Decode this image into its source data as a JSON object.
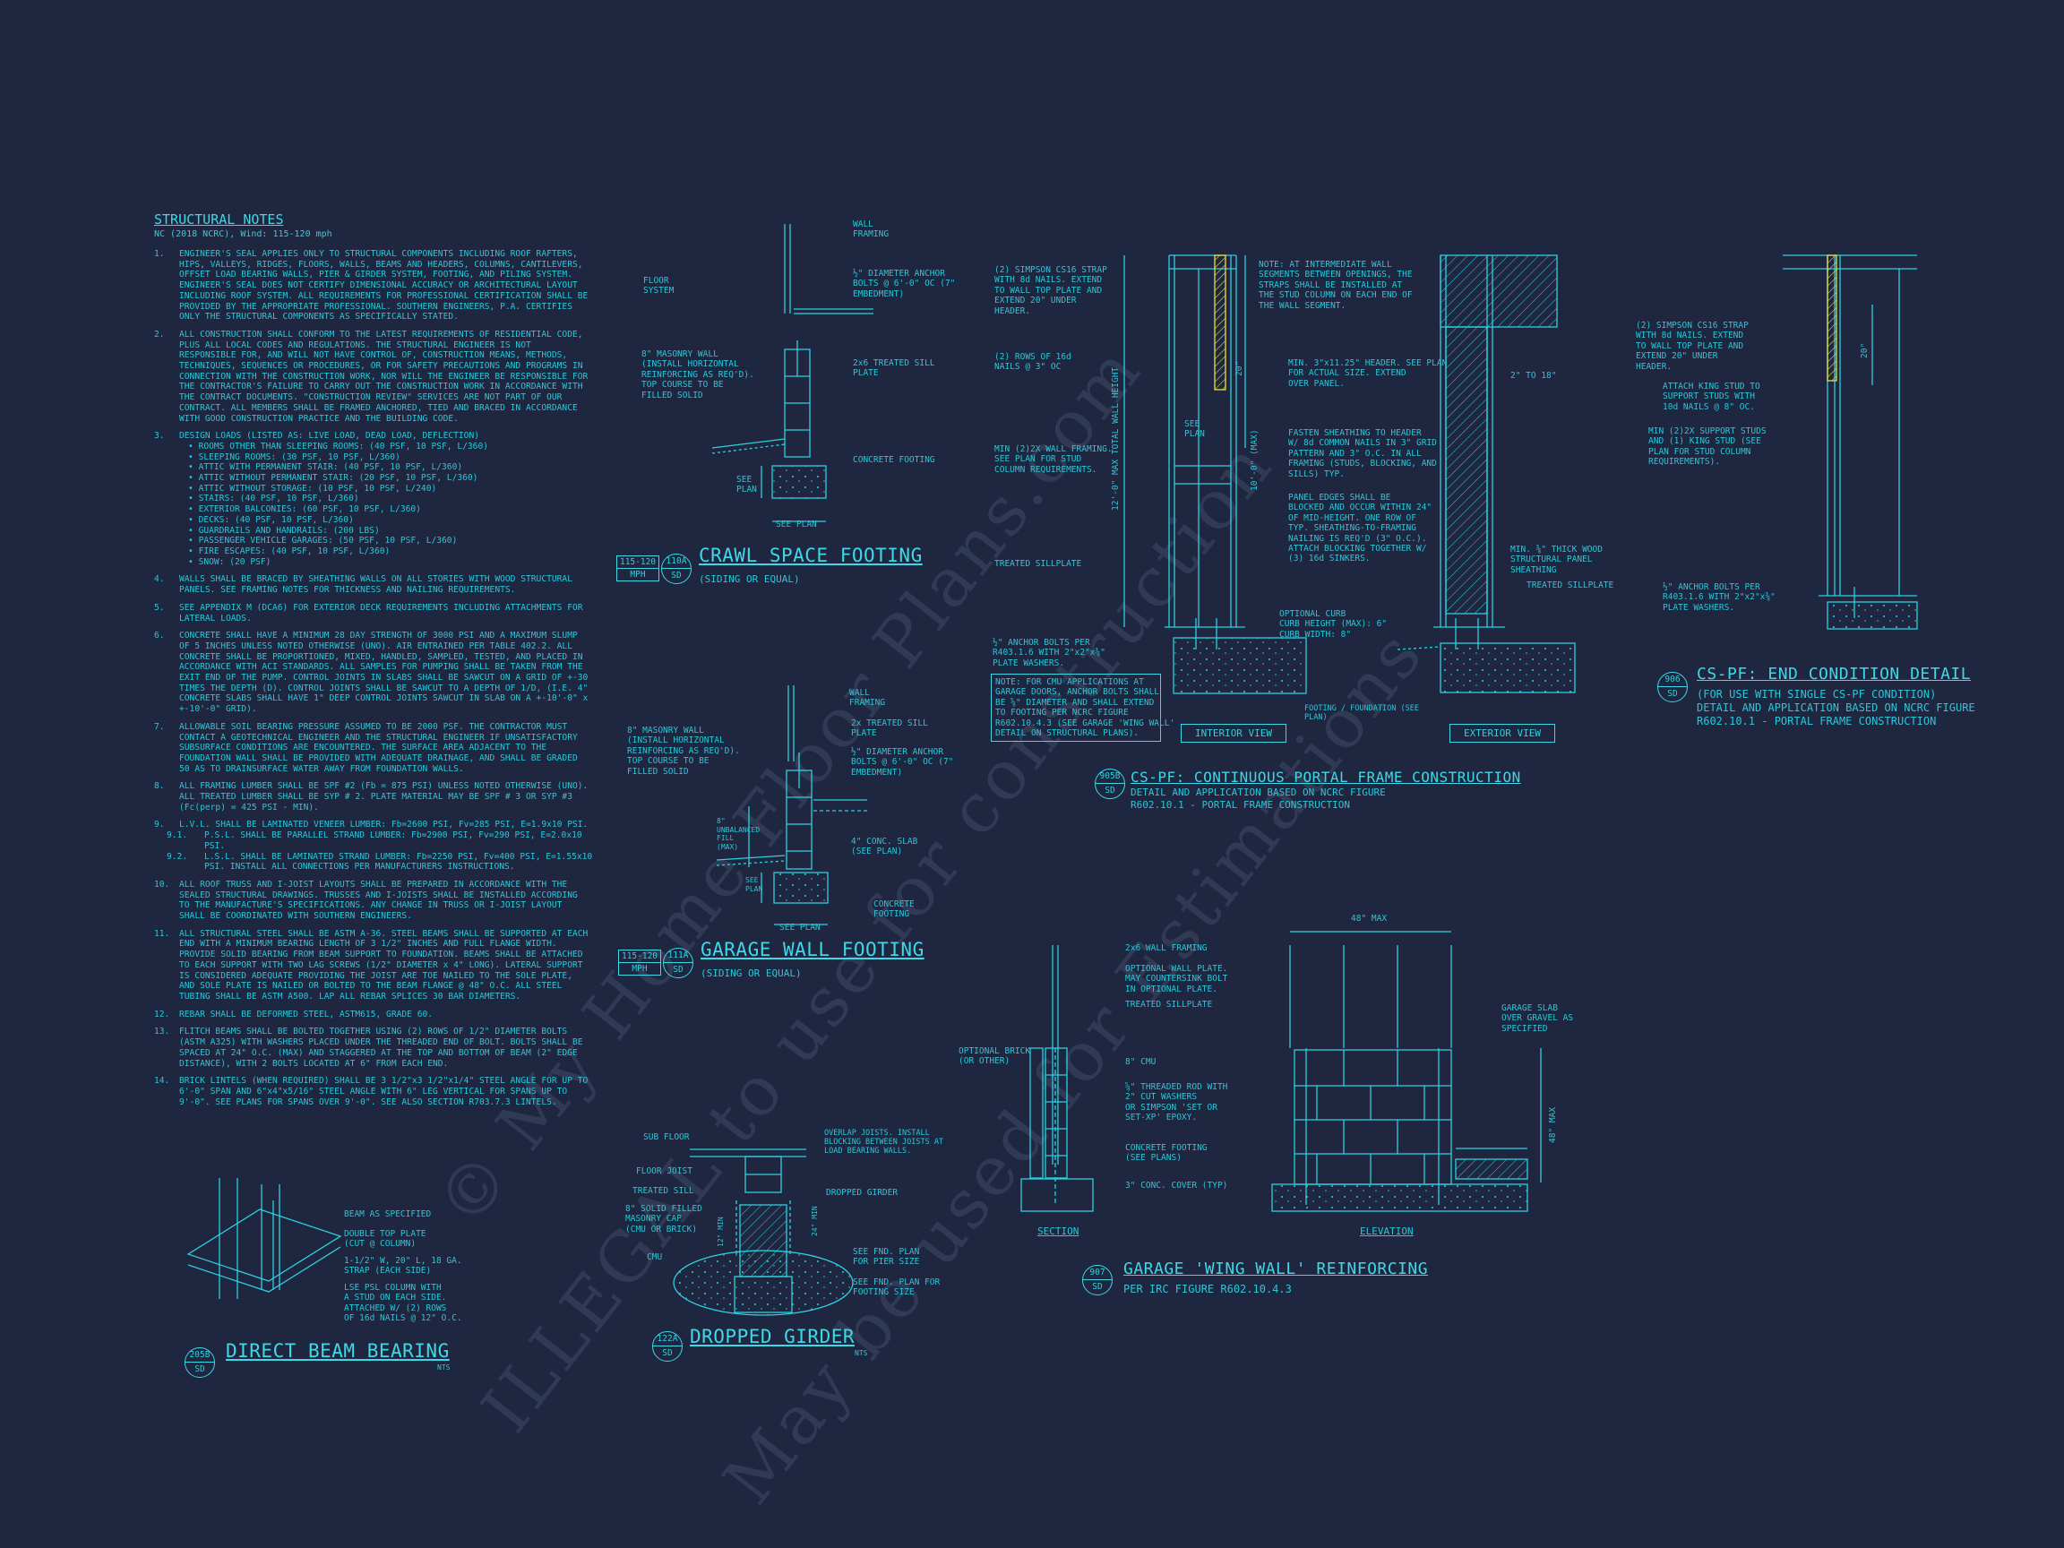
{
  "structural_notes": {
    "title": "STRUCTURAL NOTES",
    "subtitle": "NC (2018 NCRC), Wind: 115-120 mph",
    "items": [
      {
        "num": "1.",
        "text": "ENGINEER'S SEAL APPLIES ONLY TO STRUCTURAL COMPONENTS INCLUDING ROOF RAFTERS, HIPS, VALLEYS, RIDGES, FLOORS, WALLS, BEAMS AND HEADERS, COLUMNS, CANTILEVERS, OFFSET LOAD BEARING WALLS, PIER & GIRDER SYSTEM, FOOTING, AND PILING SYSTEM.  ENGINEER'S SEAL DOES NOT CERTIFY DIMENSIONAL ACCURACY OR ARCHITECTURAL LAYOUT INCLUDING ROOF SYSTEM. ALL REQUIREMENTS FOR PROFESSIONAL CERTIFICATION SHALL BE PROVIDED BY THE APPROPRIATE PROFESSIONAL. SOUTHERN ENGINEERS, P.A. CERTIFIES ONLY THE STRUCTURAL COMPONENTS AS SPECIFICALLY STATED."
      },
      {
        "num": "2.",
        "text": "ALL CONSTRUCTION SHALL CONFORM TO THE LATEST REQUIREMENTS OF RESIDENTIAL CODE, PLUS ALL LOCAL CODES AND REGULATIONS. THE STRUCTURAL ENGINEER IS NOT RESPONSIBLE FOR, AND WILL NOT HAVE CONTROL OF, CONSTRUCTION MEANS, METHODS, TECHNIQUES, SEQUENCES OR PROCEDURES, OR FOR SAFETY PRECAUTIONS AND PROGRAMS IN CONNECTION WITH THE CONSTRUCTION WORK, NOR WILL THE ENGINEER BE RESPONSIBLE FOR THE CONTRACTOR'S FAILURE TO CARRY OUT THE CONSTRUCTION WORK IN ACCORDANCE WITH THE CONTRACT DOCUMENTS. \"CONSTRUCTION REVIEW\" SERVICES ARE NOT PART OF OUR CONTRACT. ALL MEMBERS SHALL BE FRAMED ANCHORED, TIED AND BRACED IN ACCORDANCE WITH GOOD CONSTRUCTION PRACTICE AND THE BUILDING CODE."
      },
      {
        "num": "3.",
        "text": "DESIGN LOADS (LISTED AS: LIVE LOAD, DEAD LOAD, DEFLECTION)",
        "list": [
          "ROOMS OTHER THAN SLEEPING ROOMS: (40 PSF, 10 PSF, L/360)",
          "SLEEPING ROOMS: (30 PSF, 10 PSF, L/360)",
          "ATTIC WITH PERMANENT STAIR: (40 PSF, 10 PSF, L/360)",
          "ATTIC WITHOUT PERMANENT STAIR: (20 PSF, 10 PSF, L/360)",
          "ATTIC WITHOUT STORAGE: (10 PSF, 10 PSF, L/240)",
          "STAIRS: (40 PSF, 10 PSF, L/360)",
          "EXTERIOR BALCONIES: (60 PSF, 10 PSF, L/360)",
          "DECKS: (40 PSF, 10 PSF, L/360)",
          "GUARDRAILS AND HANDRAILS: (200 LBS)",
          "PASSENGER VEHICLE GARAGES: (50 PSF, 10 PSF, L/360)",
          "FIRE ESCAPES: (40 PSF, 10 PSF, L/360)",
          "SNOW: (20 PSF)"
        ]
      },
      {
        "num": "4.",
        "text": "WALLS SHALL BE BRACED BY SHEATHING WALLS ON ALL STORIES WITH WOOD STRUCTURAL PANELS. SEE FRAMING NOTES FOR THICKNESS AND NAILING REQUIREMENTS."
      },
      {
        "num": "5.",
        "text": "SEE APPENDIX M (DCA6) FOR EXTERIOR DECK REQUIREMENTS INCLUDING ATTACHMENTS FOR LATERAL LOADS."
      },
      {
        "num": "6.",
        "text": "CONCRETE SHALL HAVE A MINIMUM 28 DAY STRENGTH OF 3000 PSI AND A MAXIMUM SLUMP OF 5 INCHES UNLESS NOTED OTHERWISE (UNO). AIR ENTRAINED PER TABLE 402.2. ALL CONCRETE SHALL BE PROPORTIONED, MIXED, HANDLED, SAMPLED, TESTED, AND PLACED IN ACCORDANCE WITH ACI STANDARDS. ALL SAMPLES FOR PUMPING SHALL BE TAKEN FROM THE EXIT END OF THE PUMP. CONTROL JOINTS IN SLABS SHALL BE SAWCUT ON A GRID OF +-30 TIMES THE DEPTH (D). CONTROL JOINTS SHALL BE SAWCUT TO A DEPTH OF 1/D, (I.E. 4\" CONCRETE SLABS SHALL HAVE 1\" DEEP CONTROL JOINTS SAWCUT IN SLAB ON A +-10'-0\" x +-10'-0\" GRID)."
      },
      {
        "num": "7.",
        "text": "ALLOWABLE SOIL BEARING PRESSURE ASSUMED TO BE 2000 PSF. THE CONTRACTOR MUST CONTACT A GEOTECHNICAL ENGINEER AND THE STRUCTURAL ENGINEER IF UNSATISFACTORY SUBSURFACE CONDITIONS ARE ENCOUNTERED. THE SURFACE AREA ADJACENT TO THE FOUNDATION WALL SHALL BE PROVIDED WITH ADEQUATE DRAINAGE, AND SHALL BE GRADED 50 AS TO DRAINSURFACE WATER AWAY FROM FOUNDATION WALLS."
      },
      {
        "num": "8.",
        "text": "ALL FRAMING LUMBER SHALL BE SPF #2 (Fb = 875 PSI) UNLESS NOTED OTHERWISE (UNO). ALL TREATED LUMBER SHALL BE SYP # 2. PLATE MATERIAL MAY BE SPF # 3 OR SYP #3 (Fc(perp) = 425 PSI - MIN)."
      },
      {
        "num": "9.",
        "text": "L.V.L. SHALL BE LAMINATED VENEER LUMBER: Fb=2600 PSI, Fv=285 PSI, E=1.9x10  PSI.",
        "subs": [
          {
            "num": "9.1.",
            "text": "P.S.L. SHALL BE PARALLEL STRAND LUMBER: Fb=2900 PSI, Fv=290 PSI, E=2.0x10  PSI."
          },
          {
            "num": "9.2.",
            "text": "L.S.L. SHALL BE LAMINATED STRAND LUMBER: Fb=2250 PSI, Fv=400 PSI, E=1.55x10  PSI. INSTALL ALL CONNECTIONS PER MANUFACTURERS INSTRUCTIONS."
          }
        ]
      },
      {
        "num": "10.",
        "text": "ALL ROOF TRUSS AND I-JOIST LAYOUTS SHALL BE PREPARED IN ACCORDANCE WITH THE SEALED STRUCTURAL DRAWINGS. TRUSSES AND I-JOISTS SHALL BE INSTALLED ACCORDING TO THE MANUFACTURE'S SPECIFICATIONS. ANY CHANGE IN TRUSS OR I-JOIST LAYOUT SHALL BE COORDINATED WITH SOUTHERN ENGINEERS."
      },
      {
        "num": "11.",
        "text": "ALL STRUCTURAL STEEL SHALL BE ASTM A-36. STEEL BEAMS SHALL BE SUPPORTED AT EACH END WITH A MINIMUM BEARING LENGTH OF 3 1/2\" INCHES AND FULL FLANGE WIDTH. PROVIDE SOLID BEARING FROM BEAM SUPPORT TO FOUNDATION. BEAMS SHALL BE ATTACHED TO EACH SUPPORT WITH TWO LAG SCREWS (1/2\" DIAMETER x 4\" LONG). LATERAL SUPPORT IS CONSIDERED ADEQUATE PROVIDING THE JOIST ARE TOE NAILED TO THE SOLE PLATE, AND SOLE PLATE IS NAILED OR BOLTED TO THE BEAM FLANGE @ 48\" O.C. ALL STEEL TUBING SHALL BE ASTM A500. LAP ALL REBAR SPLICES 30 BAR DIAMETERS."
      },
      {
        "num": "12.",
        "text": "REBAR SHALL BE DEFORMED STEEL, ASTM615, GRADE 60."
      },
      {
        "num": "13.",
        "text": "FLITCH BEAMS SHALL BE BOLTED TOGETHER USING (2) ROWS OF 1/2\" DIAMETER BOLTS (ASTM A325) WITH WASHERS PLACED UNDER THE THREADED END OF BOLT. BOLTS SHALL BE SPACED AT 24\" O.C. (MAX) AND STAGGERED AT THE TOP AND BOTTOM OF BEAM (2\" EDGE DISTANCE), WITH 2 BOLTS LOCATED AT 6\" FROM EACH END."
      },
      {
        "num": "14.",
        "text": "BRICK LINTELS (WHEN REQUIRED) SHALL BE 3 1/2\"x3 1/2\"x1/4\" STEEL ANGLE FOR UP TO 6'-0\" SPAN AND 6\"x4\"x5/16\" STEEL ANGLE WITH 6\" LEG VERTICAL FOR SPANS UP TO 9'-0\". SEE PLANS FOR SPANS OVER 9'-0\". SEE ALSO SECTION R703.7.3 LINTELS."
      }
    ]
  },
  "details": {
    "crawl": {
      "title": "CRAWL SPACE FOOTING",
      "subtitle": "(SIDING OR EQUAL)",
      "mph": [
        "115-120",
        "MPH"
      ],
      "bubble": [
        "110A",
        "SD"
      ],
      "labels": {
        "wall": "WALL\nFRAMING",
        "floor": "FLOOR\nSYSTEM",
        "anchor": "½\" DIAMETER ANCHOR\nBOLTS @ 6'-0\" OC (7\"\nEMBEDMENT)",
        "masonry": "8\" MASONRY WALL\n(INSTALL HORIZONTAL\nREINFORCING AS REQ'D).\nTOP COURSE TO BE\nFILLED SOLID",
        "sill": "2x6 TREATED SILL\nPLATE",
        "footing": "CONCRETE FOOTING",
        "see_plan": "SEE PLAN",
        "see_plan_v": "SEE\nPLAN"
      }
    },
    "garage_wall": {
      "title": "GARAGE WALL FOOTING",
      "subtitle": "(SIDING OR EQUAL)",
      "mph": [
        "115-120",
        "MPH"
      ],
      "bubble": [
        "111A",
        "SD"
      ],
      "labels": {
        "wall": "WALL\nFRAMING",
        "masonry": "8\" MASONRY WALL\n(INSTALL HORIZONTAL\nREINFORCING AS REQ'D).\nTOP COURSE TO BE\nFILLED SOLID",
        "sill": "2x TREATED SILL\nPLATE",
        "anchor": "½\" DIAMETER ANCHOR\nBOLTS @ 6'-0\" OC (7\"\nEMBEDMENT)",
        "slab": "4\" CONC. SLAB\n(SEE PLAN)",
        "footing": "CONCRETE\nFOOTING",
        "see_plan": "SEE PLAN",
        "height": "8\"\nUNBALANCED\nFILL\n(MAX)",
        "see_plan_v": "SEE\nPLAN"
      }
    },
    "portal": {
      "title": "CS-PF: CONTINUOUS PORTAL FRAME CONSTRUCTION",
      "subtitle": "DETAIL AND APPLICATION BASED ON NCRC FIGURE\nR602.10.1 - PORTAL FRAME CONSTRUCTION",
      "bubble": [
        "905B",
        "SD"
      ],
      "interior": "INTERIOR VIEW",
      "exterior": "EXTERIOR VIEW",
      "labels": {
        "strap": "(2) SIMPSON CS16 STRAP\nWITH 8d NAILS. EXTEND\nTO WALL TOP PLATE AND\nEXTEND 20\" UNDER\nHEADER.",
        "nails": "(2) ROWS OF 16d\nNAILS @ 3\" OC",
        "min_framing": "MIN (2)2X WALL FRAMING.\nSEE PLAN FOR STUD\nCOLUMN REQUIREMENTS.",
        "sillplate": "TREATED SILLPLATE",
        "anchor": "½\" ANCHOR BOLTS PER\nR403.1.6 WITH 2\"x2\"x⅜\"\nPLATE WASHERS.",
        "note_cmu": "NOTE: FOR CMU APPLICATIONS AT\nGARAGE DOORS, ANCHOR BOLTS SHALL\nBE ⅝\" DIAMETER AND SHALL EXTEND\nTO FOOTING PER NCRC FIGURE\nR602.10.4.3 (SEE GARAGE 'WING WALL'\nDETAIL ON STRUCTURAL PLANS).",
        "note_intermediate": "NOTE: AT INTERMEDIATE WALL\nSEGMENTS BETWEEN OPENINGS, THE\nSTRAPS SHALL BE INSTALLED AT\nTHE STUD COLUMN ON EACH END OF\nTHE WALL SEGMENT.",
        "header": "MIN. 3\"x11.25\" HEADER. SEE PLAN\nFOR ACTUAL SIZE. EXTEND\nOVER PANEL.",
        "fasten": "FASTEN SHEATHING TO HEADER\nW/ 8d COMMON NAILS IN 3\" GRID\nPATTERN AND 3\" O.C. IN ALL\nFRAMING (STUDS, BLOCKING, AND\nSILLS) TYP.",
        "panel_edges": "PANEL EDGES SHALL BE\nBLOCKED AND OCCUR WITHIN 24\"\nOF MID-HEIGHT. ONE ROW OF\nTYP. SHEATHING-TO-FRAMING\nNAILING IS REQ'D (3\" O.C.).\nATTACH BLOCKING TOGETHER W/\n(3) 16d SINKERS.",
        "sheathing": "MIN. ⅜\" THICK WOOD\nSTRUCTURAL PANEL\nSHEATHING",
        "sillplate2": "TREATED SILLPLATE",
        "curb": "OPTIONAL CURB\nCURB HEIGHT (MAX): 6\"\nCURB WIDTH: 8\"",
        "footing": "FOOTING / FOUNDATION (SEE\nPLAN)",
        "max_height": "12'-0\" MAX TOTAL WALL HEIGHT",
        "ten_max": "10'-0\" (MAX)",
        "see_plan": "SEE\nPLAN",
        "twenty": "20\"",
        "two_to_18": "2\" TO 18\""
      }
    },
    "end": {
      "title": "CS-PF: END CONDITION DETAIL",
      "subtitle": "(FOR USE WITH SINGLE CS-PF CONDITION)\nDETAIL AND APPLICATION BASED ON NCRC FIGURE\nR602.10.1 - PORTAL FRAME CONSTRUCTION",
      "bubble": [
        "906",
        "SD"
      ],
      "labels": {
        "strap": "(2) SIMPSON CS16 STRAP\nWITH 8d NAILS. EXTEND\nTO WALL TOP PLATE AND\nEXTEND 20\" UNDER\nHEADER.",
        "king": "ATTACH KING STUD TO\nSUPPORT STUDS WITH\n10d NAILS @ 8\" OC.",
        "support": "MIN (2)2X SUPPORT STUDS\nAND (1) KING STUD (SEE\nPLAN FOR STUD COLUMN\nREQUIREMENTS).",
        "anchor": "½\" ANCHOR BOLTS PER\nR403.1.6 WITH 2\"x2\"x⅜\"\nPLATE WASHERS.",
        "twenty": "20\""
      }
    },
    "wing": {
      "title": "GARAGE 'WING WALL' REINFORCING",
      "subtitle": "PER IRC FIGURE R602.10.4.3",
      "bubble": [
        "907",
        "SD"
      ],
      "section": "SECTION",
      "elevation": "ELEVATION",
      "labels": {
        "wall_framing": "2x6 WALL FRAMING",
        "optional_plate": "OPTIONAL WALL PLATE.\nMAY COUNTERSINK BOLT\nIN OPTIONAL PLATE.",
        "treated": "TREATED SILLPLATE",
        "brick": "OPTIONAL BRICK\n(OR OTHER)",
        "cmu": "8\" CMU",
        "rod": "⅝\" THREADED ROD WITH\n2\" CUT WASHERS\nOR SIMPSON 'SET OR\nSET-XP' EPOXY.",
        "footing": "CONCRETE FOOTING\n(SEE PLANS)",
        "cover": "3\" CONC. COVER (TYP)",
        "slab": "GARAGE SLAB\nOVER GRAVEL AS\nSPECIFIED",
        "max48": "48\" MAX",
        "max48v": "48\" MAX"
      }
    },
    "beam": {
      "title": "DIRECT BEAM BEARING",
      "nts": "NTS",
      "bubble": [
        "205B",
        "SD"
      ],
      "labels": {
        "beam": "BEAM AS SPECIFIED",
        "double": "DOUBLE TOP PLATE\n(CUT @ COLUMN)",
        "strap": "1-1/2\" W, 20\" L, 18 GA.\nSTRAP (EACH SIDE)",
        "column": "LSE PSL COLUMN WITH\nA STUD ON EACH SIDE.\nATTACHED W/ (2) ROWS\nOF 16d NAILS @ 12\" O.C."
      }
    },
    "girder": {
      "title": "DROPPED GIRDER",
      "nts": "NTS",
      "bubble": [
        "122A",
        "SD"
      ],
      "labels": {
        "sub": "SUB FLOOR",
        "joist": "FLOOR JOIST",
        "sill": "TREATED SILL",
        "cmu_cap": "8\" SOLID FILLED\nMASONRY CAP\n(CMU OR BRICK)",
        "cmu": "CMU",
        "overlap": "OVERLAP JOISTS. INSTALL\nBLOCKING BETWEEN JOISTS AT\nLOAD BEARING WALLS.",
        "dropped": "DROPPED GIRDER",
        "pier": "SEE FND. PLAN\nFOR PIER SIZE",
        "footing": "SEE FND. PLAN FOR\nFOOTING SIZE",
        "min12": "12\" MIN",
        "min24": "24\" MIN"
      }
    }
  },
  "watermark": [
    "© My Home Floor Plans.com",
    "ILLEGAL to use for construction",
    "May be used for Estimations"
  ]
}
